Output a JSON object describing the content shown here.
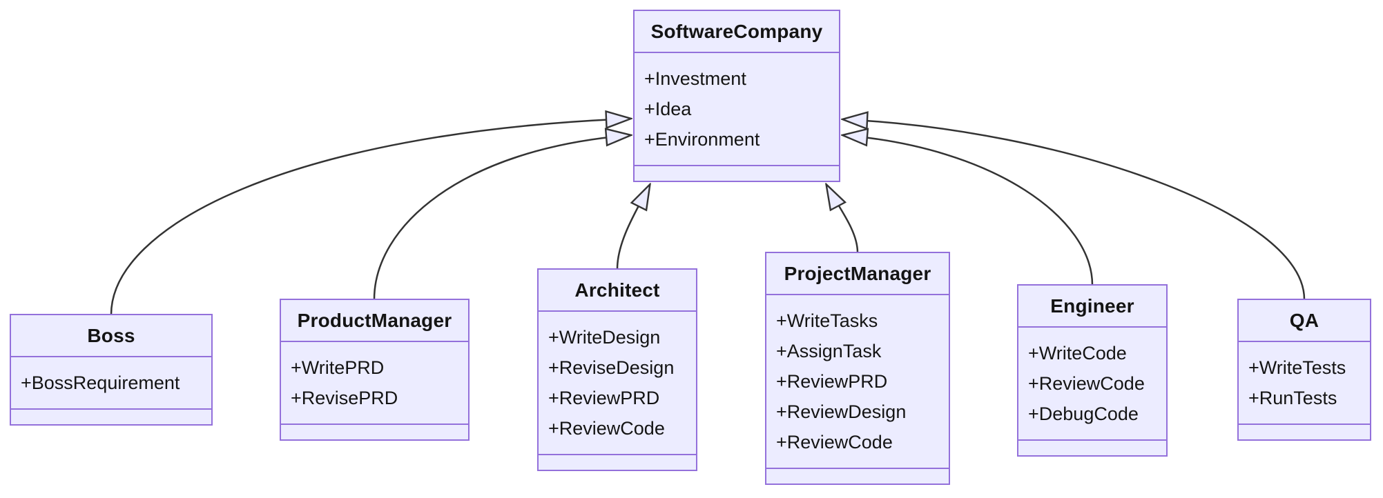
{
  "diagram": {
    "kind": "uml-class-diagram",
    "background_color": "#ffffff",
    "node_fill_color": "#ECECFF",
    "node_border_color": "#9370DB",
    "edge_color": "#333333",
    "text_color": "#141414",
    "classes": [
      {
        "name": "SoftwareCompany",
        "attributes": [
          "+Investment",
          "+Idea",
          "+Environment"
        ],
        "methods": []
      },
      {
        "name": "Boss",
        "attributes": [
          "+BossRequirement"
        ],
        "methods": []
      },
      {
        "name": "ProductManager",
        "attributes": [
          "+WritePRD",
          "+RevisePRD"
        ],
        "methods": []
      },
      {
        "name": "Architect",
        "attributes": [
          "+WriteDesign",
          "+ReviseDesign",
          "+ReviewPRD",
          "+ReviewCode"
        ],
        "methods": []
      },
      {
        "name": "ProjectManager",
        "attributes": [
          "+WriteTasks",
          "+AssignTask",
          "+ReviewPRD",
          "+ReviewDesign",
          "+ReviewCode"
        ],
        "methods": []
      },
      {
        "name": "Engineer",
        "attributes": [
          "+WriteCode",
          "+ReviewCode",
          "+DebugCode"
        ],
        "methods": []
      },
      {
        "name": "QA",
        "attributes": [
          "+WriteTests",
          "+RunTests"
        ],
        "methods": []
      }
    ],
    "edges": [
      {
        "from": "Boss",
        "to": "SoftwareCompany",
        "relation": "inheritance"
      },
      {
        "from": "ProductManager",
        "to": "SoftwareCompany",
        "relation": "inheritance"
      },
      {
        "from": "Architect",
        "to": "SoftwareCompany",
        "relation": "inheritance"
      },
      {
        "from": "ProjectManager",
        "to": "SoftwareCompany",
        "relation": "inheritance"
      },
      {
        "from": "Engineer",
        "to": "SoftwareCompany",
        "relation": "inheritance"
      },
      {
        "from": "QA",
        "to": "SoftwareCompany",
        "relation": "inheritance"
      }
    ]
  }
}
